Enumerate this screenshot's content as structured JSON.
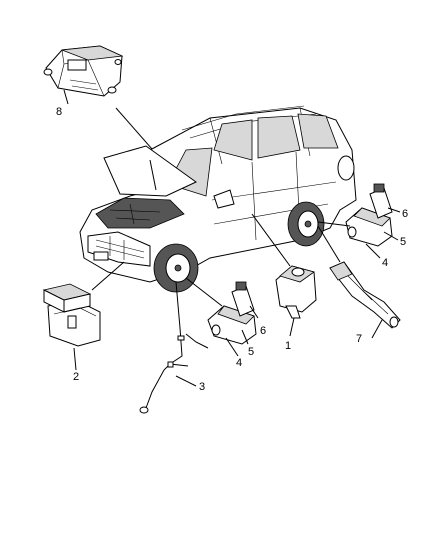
{
  "callouts": {
    "c1": "1",
    "c2": "2",
    "c3": "3",
    "c4_left": "4",
    "c5_left": "5",
    "c6_left": "6",
    "c4_right": "4",
    "c5_right": "5",
    "c6_right": "6",
    "c7": "7",
    "c8": "8"
  },
  "colors": {
    "line": "#000000",
    "background": "#ffffff"
  }
}
